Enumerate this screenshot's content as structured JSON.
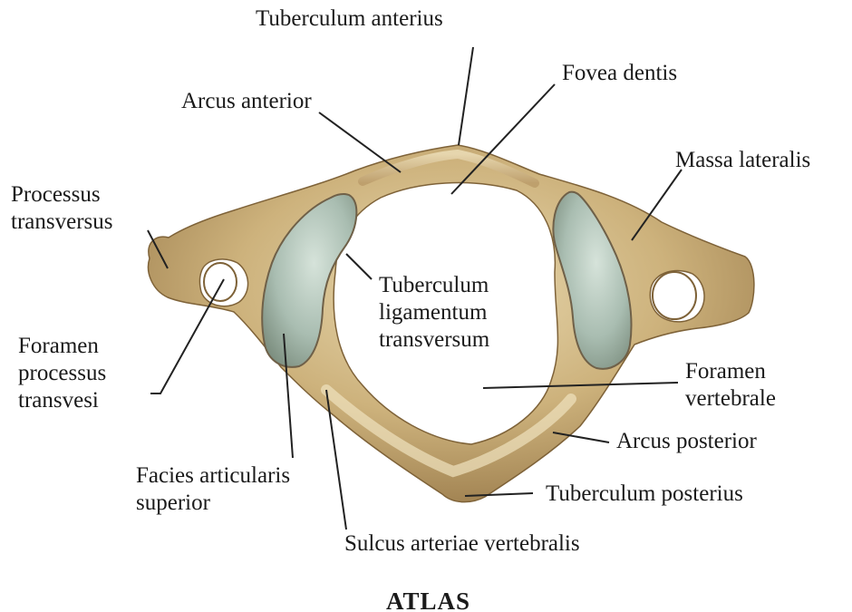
{
  "labels": {
    "tuberculum_anterius": "Tuberculum anterius",
    "fovea_dentis": "Fovea dentis",
    "arcus_anterior": "Arcus anterior",
    "massa_lateralis": "Massa lateralis",
    "processus_transversus": [
      "Processus",
      "transversus"
    ],
    "tuberculum_ligamentum_transversum": [
      "Tuberculum",
      "ligamentum",
      "transversum"
    ],
    "foramen_processus_transvesi": [
      "Foramen",
      "processus",
      "transvesi"
    ],
    "foramen_vertebrale": [
      "Foramen",
      "vertebrale"
    ],
    "arcus_posterior": "Arcus posterior",
    "facies_articularis_superior": [
      "Facies articularis",
      "superior"
    ],
    "tuberculum_posterius": "Tuberculum posterius",
    "sulcus_arteriae_vertebralis": "Sulcus arteriae vertebralis"
  },
  "title": "ATLAS",
  "colors": {
    "bone": "#c9ad78",
    "bone_light": "#e6d6ac",
    "bone_dark": "#8f7144",
    "facet": "#b9c7bc",
    "leader": "#222222"
  }
}
